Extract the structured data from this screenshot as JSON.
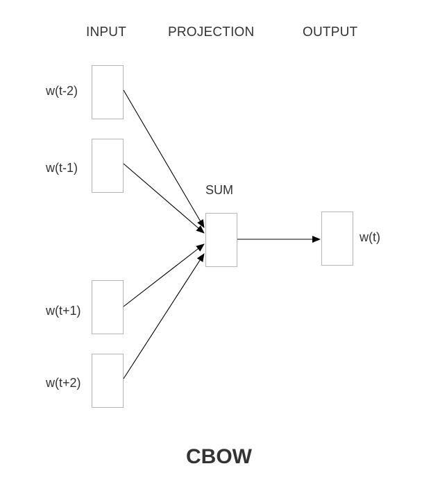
{
  "headers": {
    "input": "INPUT",
    "projection": "PROJECTION",
    "output": "OUTPUT"
  },
  "inputs": [
    {
      "label": "w(t-2)"
    },
    {
      "label": "w(t-1)"
    },
    {
      "label": "w(t+1)"
    },
    {
      "label": "w(t+2)"
    }
  ],
  "projection": {
    "label": "SUM"
  },
  "output": {
    "label": "w(t)"
  },
  "caption": "CBOW"
}
